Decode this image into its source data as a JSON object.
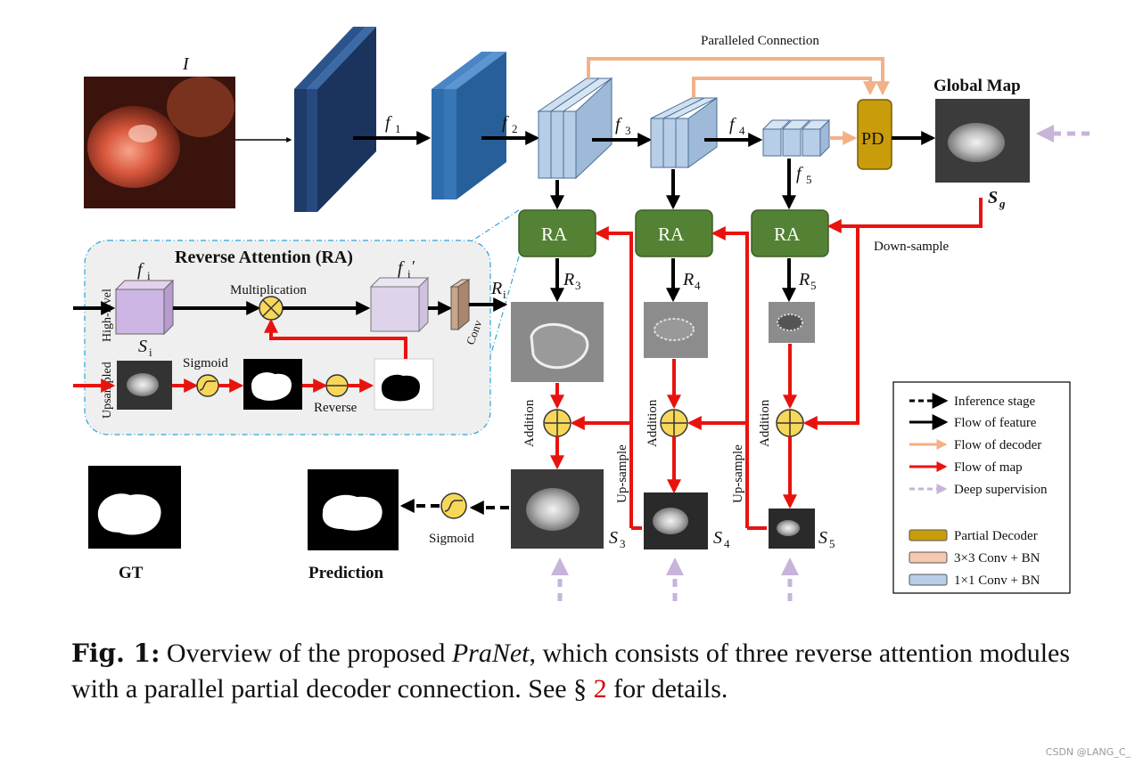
{
  "colors": {
    "feature": "#000000",
    "decoder": "#f2b187",
    "map": "#e8130f",
    "supervision": "#c7b4d9",
    "ra_box": "#548235",
    "pd_box": "#c99c0c",
    "conv_1x1": "#b8cde6",
    "dark_block": "#1f3b68",
    "mid_block": "#2e6cab",
    "ra_panel": "#efefef",
    "op_circle": "#f7d75a"
  },
  "diagram": {
    "input_label": "I",
    "feature_labels": [
      "f",
      "f",
      "f",
      "f",
      "f"
    ],
    "feature_subs": [
      "1",
      "2",
      "3",
      "4",
      "5"
    ],
    "paralleled_connection": "Paralleled Connection",
    "pd_label": "PD",
    "global_map_title": "Global Map",
    "global_map_sym": "S",
    "global_map_sub": "g",
    "down_sample": "Down-sample",
    "ra_label": "RA",
    "r_labels": [
      "R",
      "R",
      "R"
    ],
    "r_subs": [
      "3",
      "4",
      "5"
    ],
    "s_labels": [
      "S",
      "S",
      "S"
    ],
    "s_subs": [
      "3",
      "4",
      "5"
    ],
    "addition": "Addition",
    "up_sample": "Up-sample",
    "sigmoid": "Sigmoid",
    "gt": "GT",
    "prediction": "Prediction",
    "ra_panel": {
      "title": "Reverse Attention (RA)",
      "fi": "f",
      "fi_sub": "i",
      "fi_prime": "′",
      "multiplication": "Multiplication",
      "ri": "R",
      "ri_sub": "i",
      "si": "S",
      "si_sub": "i",
      "high_level": "High-level",
      "upsampled": "Upsampled",
      "sigmoid": "Sigmoid",
      "reverse": "Reverse",
      "conv": "Conv"
    },
    "legend": [
      {
        "label": "Inference stage"
      },
      {
        "label": "Flow of feature"
      },
      {
        "label": "Flow of decoder"
      },
      {
        "label": "Flow of map"
      },
      {
        "label": "Deep supervision"
      },
      {
        "label": "Partial Decoder"
      },
      {
        "label": "3×3 Conv + BN"
      },
      {
        "label": "1×1 Conv + BN"
      }
    ]
  },
  "caption": {
    "lead": "Fig. 1:",
    "part1": " Overview of the proposed ",
    "name": "PraNet",
    "part2": ", which consists of three reverse attention modules with a parallel partial decoder connection. See § ",
    "ref": "2",
    "part3": " for details."
  },
  "watermark": "CSDN @LANG_C_"
}
